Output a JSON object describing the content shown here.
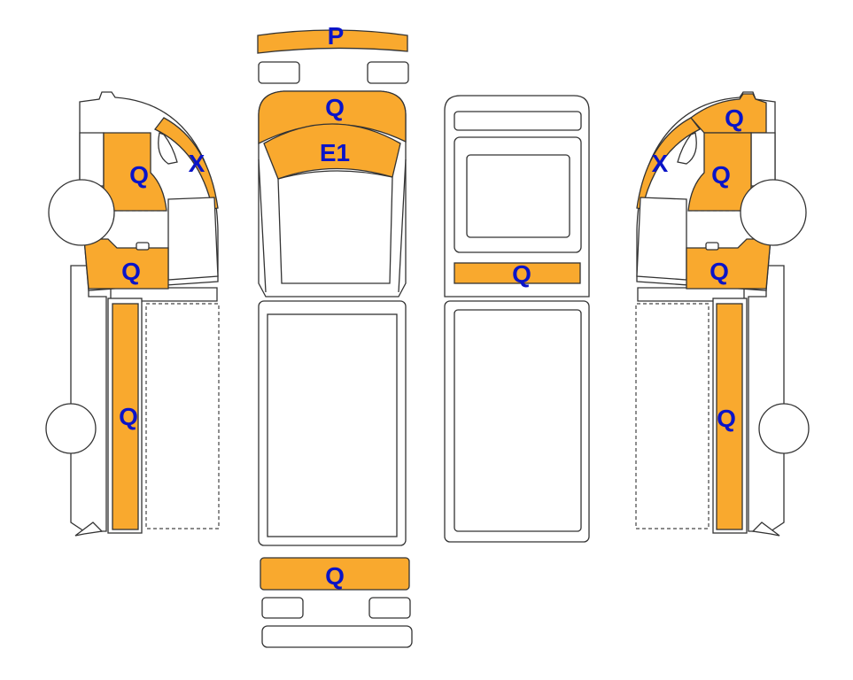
{
  "diagram": {
    "colors": {
      "damaged": "#F9A92E",
      "label": "#0A14C8",
      "outline": "#333333"
    },
    "left_side": {
      "labels": [
        "X",
        "Q",
        "Q",
        "Q"
      ]
    },
    "top_view": {
      "labels": [
        "P",
        "Q",
        "E1",
        "Q"
      ]
    },
    "rear_view": {
      "labels": [
        "Q"
      ]
    },
    "right_side": {
      "labels": [
        "Q",
        "X",
        "Q",
        "Q",
        "Q"
      ]
    }
  }
}
